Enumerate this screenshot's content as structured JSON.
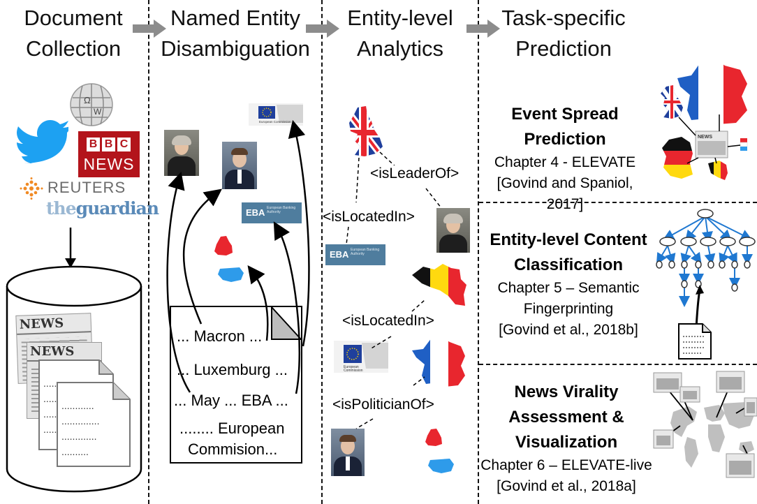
{
  "columns": [
    {
      "line1": "Document",
      "line2": "Collection"
    },
    {
      "line1": "Named Entity",
      "line2": "Disambiguation"
    },
    {
      "line1": "Entity-level",
      "line2": "Analytics"
    },
    {
      "line1": "Task-specific",
      "line2": "Prediction"
    }
  ],
  "sources": {
    "bbc_line1": "BBC",
    "bbc_line2": "NEWS",
    "reuters": "REUTERS",
    "guardian_the": "the",
    "guardian_name": "guardian"
  },
  "newspaper_label": "NEWS",
  "document": {
    "line1": "... Macron ...",
    "line2": "... Luxemburg ...",
    "line3": "... May ... EBA ...",
    "line4": "........ European",
    "line5": "Commision..."
  },
  "logos": {
    "eba": "EBA",
    "eba_sub": "European Banking Authority",
    "eu_sub1": "European",
    "eu_sub2": "Commission"
  },
  "relations": {
    "leader_of": "<isLeaderOf>",
    "located_in_1": "<isLocatedIn>",
    "located_in_2": "<isLocatedIn>",
    "politician_of": "<isPoliticianOf>"
  },
  "tasks": [
    {
      "title1": "Event Spread",
      "title2": "Prediction",
      "chapter": "Chapter 4 - ELEVATE",
      "cite": "[Govind and Spaniol, 2017]"
    },
    {
      "title1": "Entity-level Content",
      "title2": "Classification",
      "chapter": "Chapter 5 – Semantic",
      "chapter2": "Fingerprinting",
      "cite": "[Govind et al., 2018b]"
    },
    {
      "title1": "News Virality",
      "title2": "Assessment &",
      "title3": "Visualization",
      "chapter": "Chapter 6 – ELEVATE-live",
      "cite": "[Govind et al., 2018a]"
    }
  ],
  "colors": {
    "arrow_gray": "#8c8c8c",
    "bbc_red": "#b3141b",
    "twitter_blue": "#1da1f2",
    "reuters_orange": "#f08a24",
    "guardian_blue": "#5a8ab8",
    "flag_blue": "#1f5fc4",
    "flag_red": "#e8262e",
    "tree_blue": "#1f78d1",
    "eba_blue": "#4f7d9e",
    "eu_blue": "#1f3f9c"
  }
}
